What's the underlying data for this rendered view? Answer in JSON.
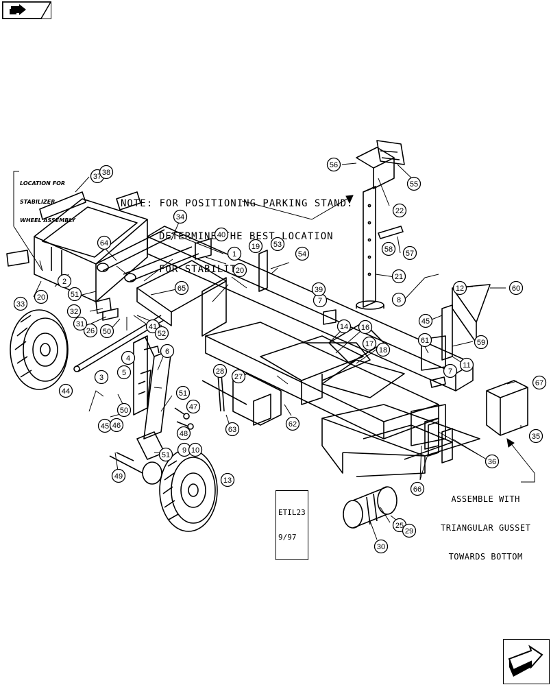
{
  "nav": {
    "top_icon": "book-arrow-icon",
    "bottom_icon": "next-page-arrow-icon"
  },
  "note": {
    "lines": [
      "NOTE: FOR POSITIONING PARKING STAND:",
      "DETERMINE THE BEST LOCATION",
      "FOR STABILITY."
    ]
  },
  "location_label": {
    "lines": [
      "LOCATION FOR",
      "STABILIZER",
      "WHEEL ASSEMBLY"
    ]
  },
  "assemble_note": {
    "lines": [
      "ASSEMBLE WITH",
      "TRIANGULAR GUSSET",
      "TOWARDS BOTTOM"
    ]
  },
  "drawing_code": {
    "lines": [
      "ETIL23",
      "9/97"
    ]
  },
  "callouts": [
    "1",
    "2",
    "3",
    "4",
    "5",
    "6",
    "7",
    "8",
    "9",
    "10",
    "11",
    "12",
    "13",
    "14",
    "16",
    "17",
    "18",
    "19",
    "20",
    "21",
    "22",
    "25",
    "26",
    "27",
    "28",
    "29",
    "30",
    "31",
    "32",
    "33",
    "34",
    "35",
    "36",
    "37",
    "38",
    "39",
    "40",
    "41",
    "44",
    "45",
    "46",
    "47",
    "48",
    "49",
    "50",
    "51",
    "52",
    "53",
    "54",
    "55",
    "56",
    "57",
    "58",
    "59",
    "60",
    "61",
    "62",
    "63",
    "64",
    "65",
    "66",
    "67"
  ],
  "colors": {
    "ink": "#000000",
    "paper": "#ffffff"
  }
}
